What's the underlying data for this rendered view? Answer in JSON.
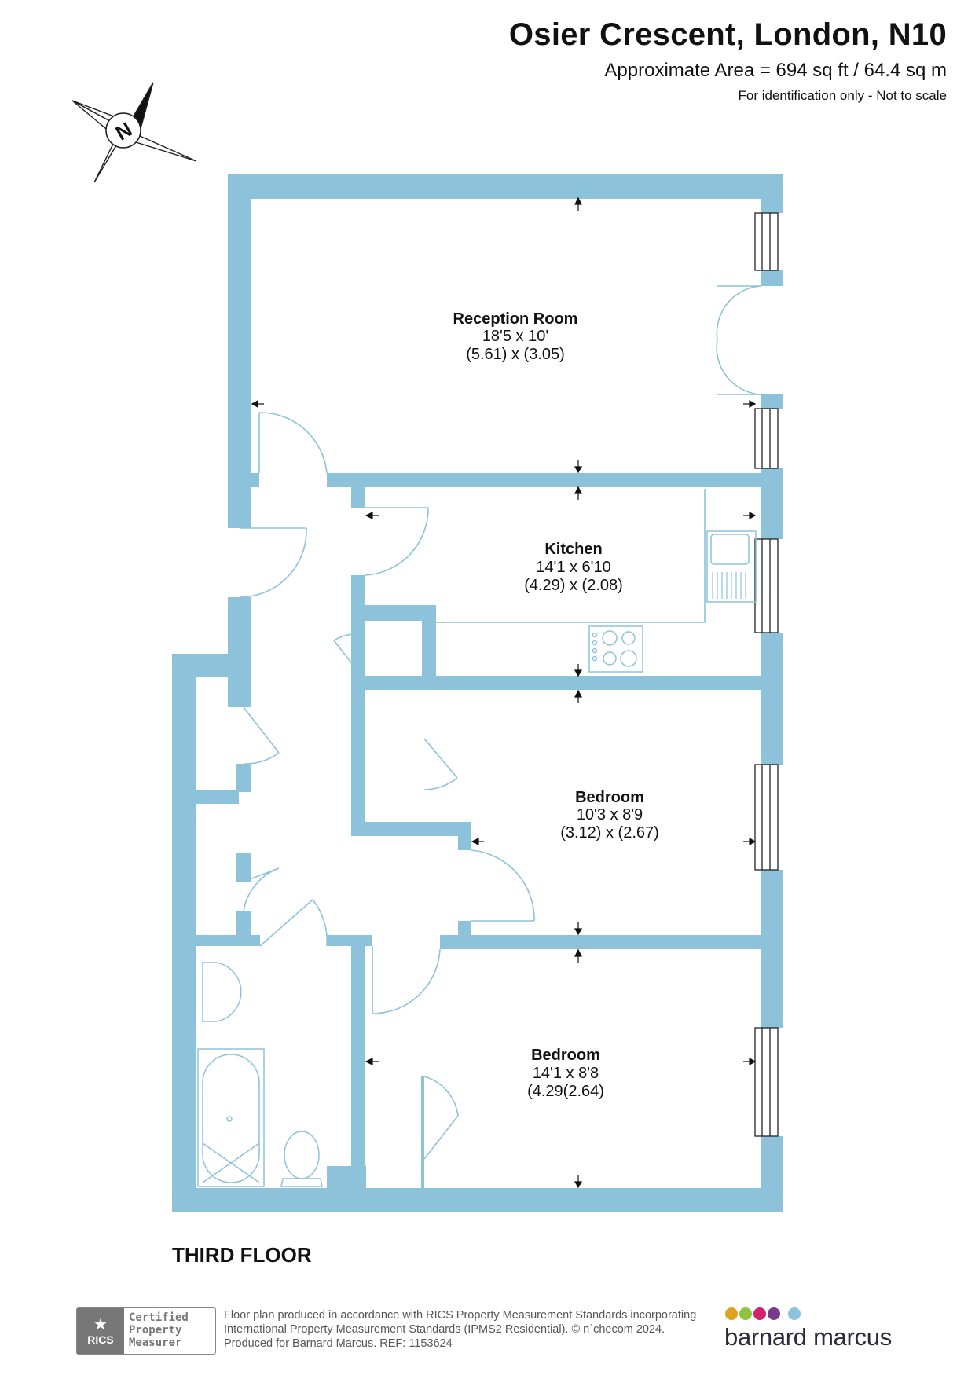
{
  "header": {
    "title": "Osier Crescent, London, N10",
    "area": "Approximate Area = 694 sq ft / 64.4 sq m",
    "note": "For identification only - Not to scale"
  },
  "compass": {
    "label": "N"
  },
  "rooms": {
    "reception": {
      "name": "Reception Room",
      "imperial": "18'5 x 10'",
      "metric": "(5.61) x (3.05)"
    },
    "kitchen": {
      "name": "Kitchen",
      "imperial": "14'1 x 6'10",
      "metric": "(4.29) x (2.08)"
    },
    "bedroom1": {
      "name": "Bedroom",
      "imperial": "10'3 x 8'9",
      "metric": "(3.12) x (2.67)"
    },
    "bedroom2": {
      "name": "Bedroom",
      "imperial": "14'1 x 8'8",
      "metric": "(4.29(2.64)"
    }
  },
  "floor_label": "THIRD FLOOR",
  "footer": {
    "line1": "Floor plan produced in accordance with RICS Property Measurement Standards incorporating",
    "line2": "International Property Measurement Standards (IPMS2 Residential).   © nʾchecom 2024.",
    "line3": "Produced for Barnard Marcus.    REF:  1153624"
  },
  "rics_badge": {
    "logo_text": "RICS",
    "line1": "Certified",
    "line2": "Property",
    "line3": "Measurer"
  },
  "brand": {
    "name": "barnard marcus",
    "dot_colors": [
      "#e0a21b",
      "#8cc43f",
      "#d2226d",
      "#7a3a8c",
      "#8bc3dc"
    ]
  },
  "colors": {
    "wall": "#8cc3da",
    "line": "#8cc3da",
    "text": "#111111"
  }
}
